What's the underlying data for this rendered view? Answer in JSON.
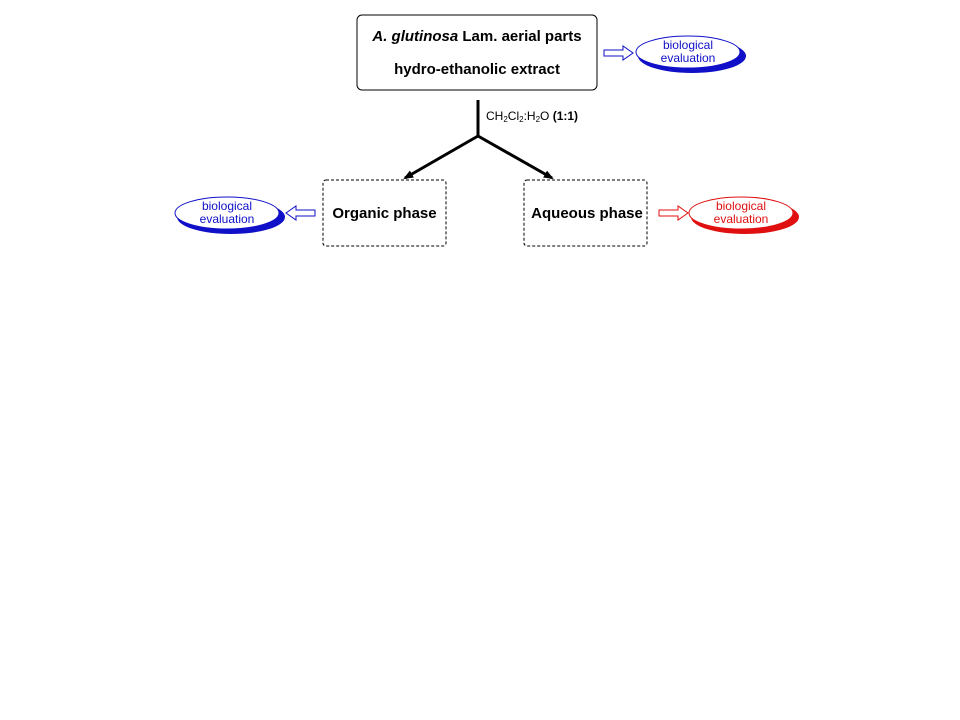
{
  "main_box": {
    "line1_italic": "A. glutinosa",
    "line1_rest": " Lam. aerial parts",
    "line2": "hydro-ethanolic extract"
  },
  "solvent": {
    "part_a": "CH",
    "sub_a": "2",
    "part_b": "Cl",
    "sub_b": "2",
    "part_c": ":H",
    "sub_c": "2",
    "part_d": "O ",
    "ratio": "(1:1)"
  },
  "phases": {
    "organic": "Organic phase",
    "aqueous": "Aqueous phase"
  },
  "evaluations": {
    "top": {
      "line1": "biological",
      "line2": "evaluation",
      "color": "#1010c8"
    },
    "left": {
      "line1": "biological",
      "line2": "evaluation",
      "color": "#1010c8"
    },
    "right": {
      "line1": "biological",
      "line2": "evaluation",
      "color": "#e01010"
    }
  },
  "colors": {
    "blue": "#1010c8",
    "red": "#e01010",
    "line": "#000000"
  }
}
